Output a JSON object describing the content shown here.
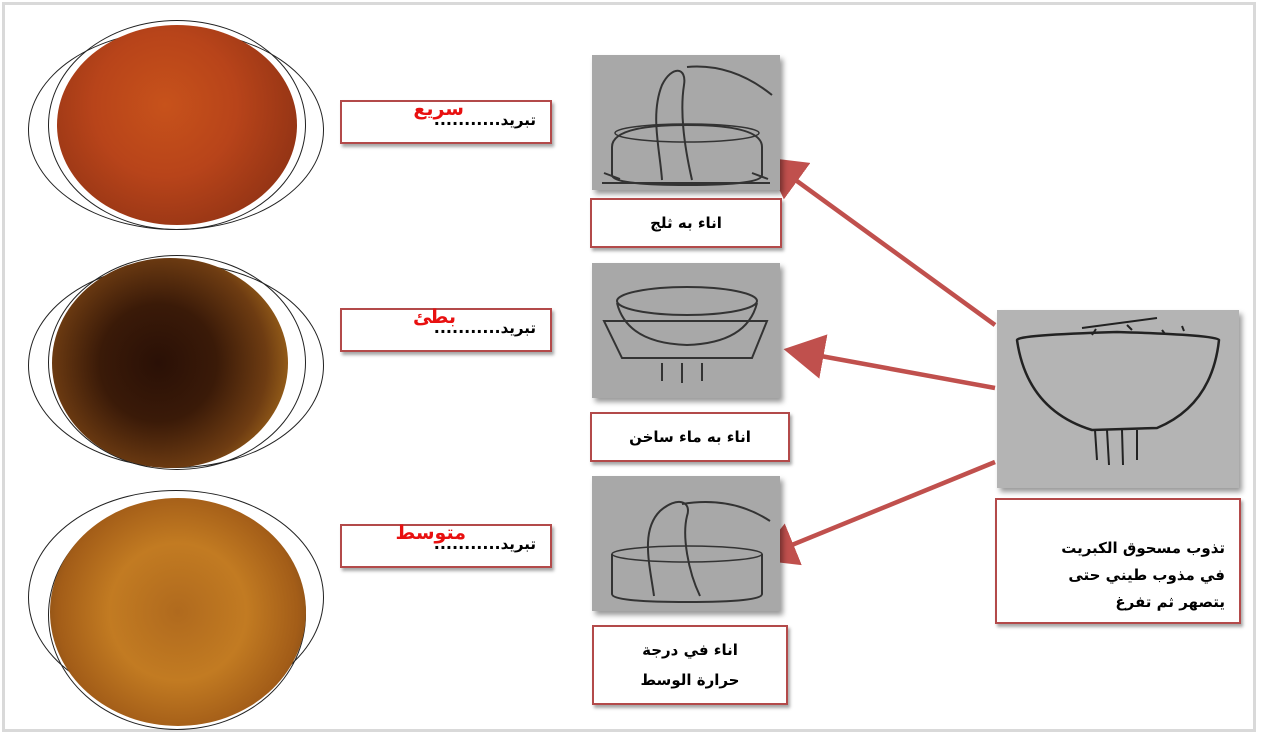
{
  "results": [
    {
      "prefix": "تبريد",
      "dots": "...........",
      "value": "سريع"
    },
    {
      "prefix": "تبريد",
      "dots": "...........",
      "value": "بطئ"
    },
    {
      "prefix": "تبريد",
      "dots": "...........",
      "value": "متوسط"
    }
  ],
  "containers": [
    {
      "label": "اناء به ثلج"
    },
    {
      "label": "اناء به ماء ساخن"
    },
    {
      "label_line1": "اناء في درجة",
      "label_line2": "حرارة الوسط"
    }
  ],
  "source": {
    "description": "تذوب مسحوق الكبريت\nفي مذوب طيني حتى\nيتصهر ثم تفرغ"
  },
  "colors": {
    "border": "#b34a4a",
    "arrow": "#c0504d",
    "answer": "#e81010"
  }
}
